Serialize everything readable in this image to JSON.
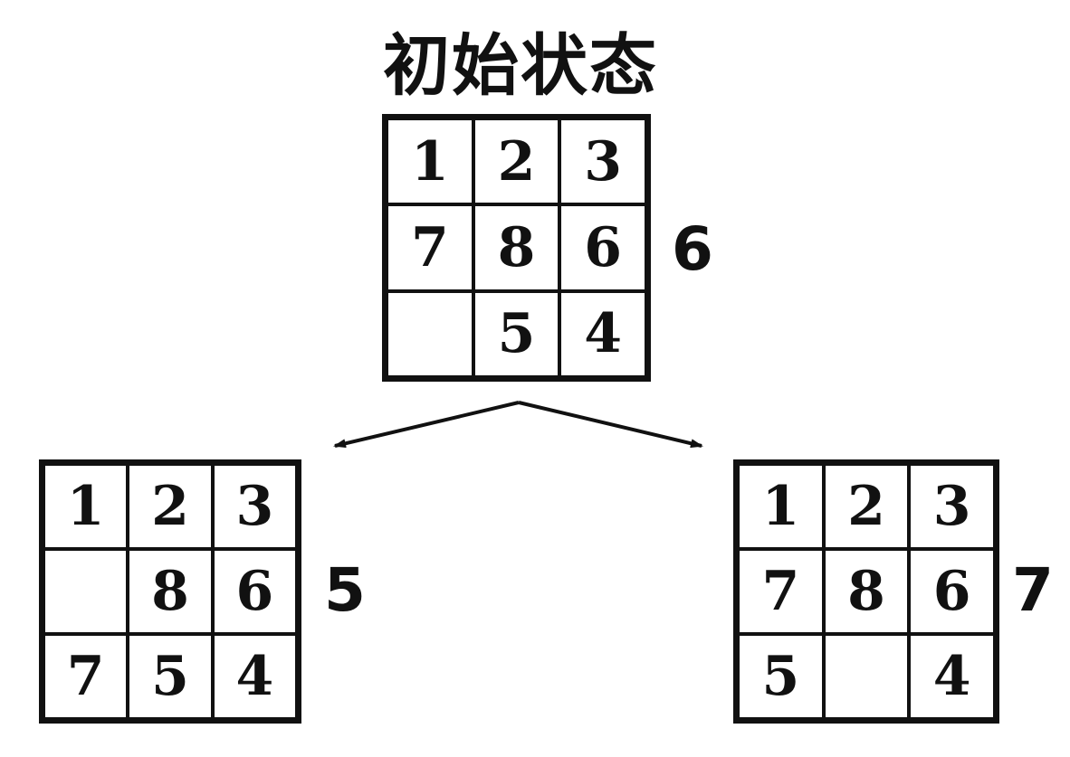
{
  "title": "初始状态",
  "root": {
    "tiles": [
      "1",
      "2",
      "3",
      "7",
      "8",
      "6",
      "",
      "5",
      "4"
    ],
    "score": "6"
  },
  "left": {
    "tiles": [
      "1",
      "2",
      "3",
      "",
      "8",
      "6",
      "7",
      "5",
      "4"
    ],
    "score": "5"
  },
  "right": {
    "tiles": [
      "1",
      "2",
      "3",
      "7",
      "8",
      "6",
      "5",
      "",
      "4"
    ],
    "score": "7"
  }
}
